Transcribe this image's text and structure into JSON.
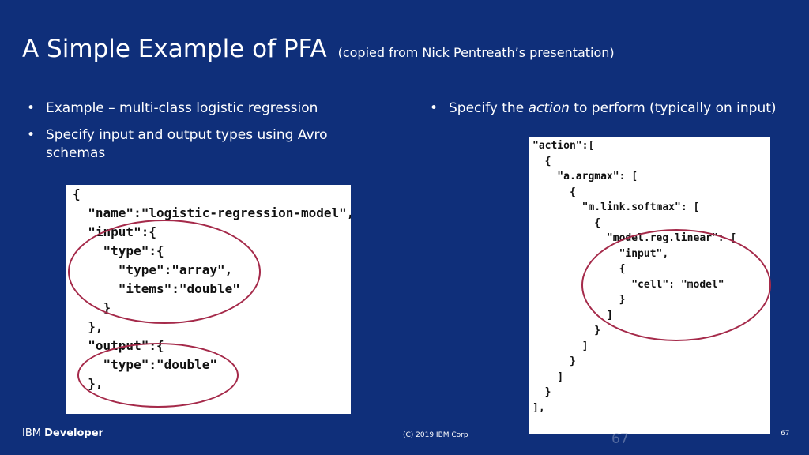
{
  "slide": {
    "title": "A Simple Example of PFA",
    "subtitle": "(copied from Nick Pentreath’s presentation)",
    "left_bullets": [
      "Example – multi-class logistic regression",
      "Specify input and output types using Avro schemas"
    ],
    "right_bullet": {
      "prefix": "Specify the ",
      "emphasis": "action",
      "suffix": " to perform (typically on input)"
    },
    "bullet_symbol": "•",
    "footer": {
      "brand_prefix": "IBM ",
      "brand_strong": "Developer",
      "copyright": "(C) 2019 IBM Corp",
      "page_number": "67",
      "ghost_page_number": "67"
    }
  },
  "code_left": [
    "{",
    "  \"name\":\"logistic-regression-model\",",
    "  \"input\":{",
    "    \"type\":{",
    "      \"type\":\"array\",",
    "      \"items\":\"double\"",
    "    }",
    "  },",
    "  \"output\":{",
    "    \"type\":\"double\"",
    "  },"
  ],
  "code_right": [
    "\"action\":[",
    "  {",
    "    \"a.argmax\": [",
    "      {",
    "        \"m.link.softmax\": [",
    "          {",
    "            \"model.reg.linear\": [",
    "              \"input\",",
    "              {",
    "                \"cell\": \"model\"",
    "              }",
    "            ]",
    "          }",
    "        ]",
    "      }",
    "    ]",
    "  }",
    "],"
  ],
  "colors": {
    "background": "#0f2f7a",
    "ring": "#a52a4a",
    "code_text": "#111111"
  }
}
